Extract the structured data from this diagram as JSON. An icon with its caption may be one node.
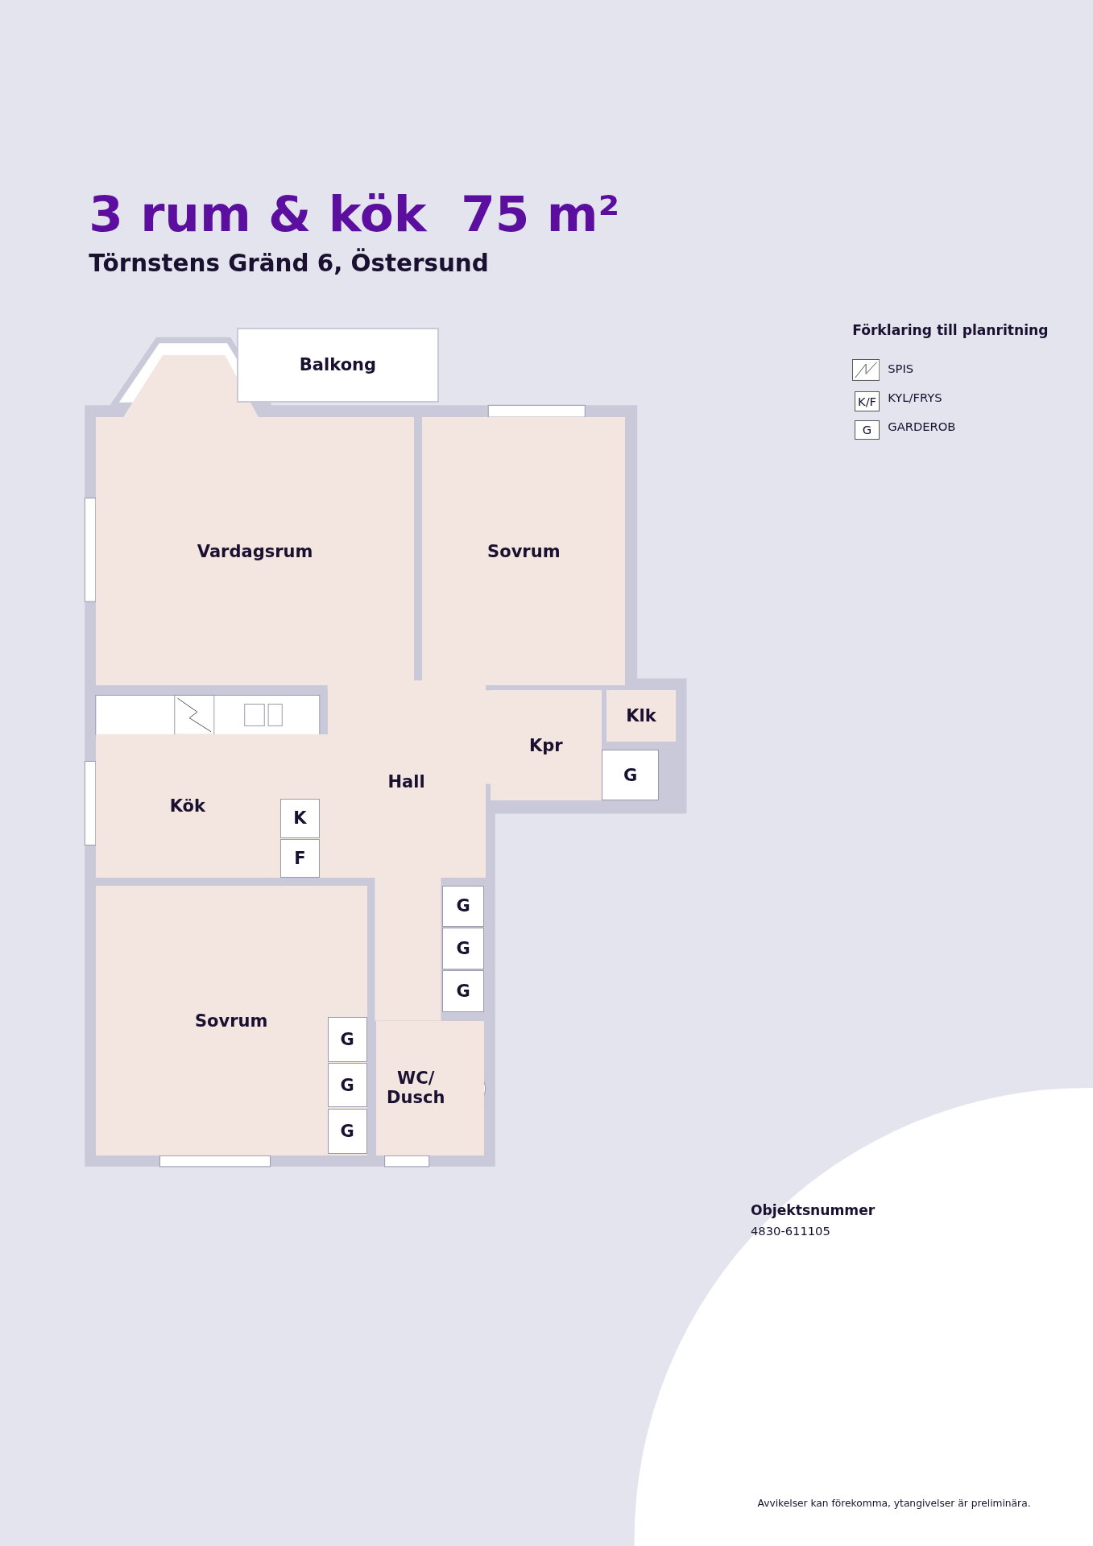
{
  "diagram": {
    "title": "3 rum & kök  75 m²",
    "nodes": [
      {
        "text": [
          "Balkong"
        ]
      },
      {
        "text": [
          "Vardagsrum"
        ]
      },
      {
        "text": [
          "Sovrum"
        ]
      },
      {
        "text": [
          "Klk"
        ]
      },
      {
        "text": [
          "Kpr"
        ]
      },
      {
        "text": [
          "G"
        ]
      },
      {
        "text": [
          "Hall"
        ]
      },
      {
        "text": [
          "Kök"
        ]
      },
      {
        "text": [
          "K"
        ],
        "in": 7
      },
      {
        "text": [
          "F"
        ],
        "in": 7
      },
      {
        "text": [
          "G"
        ]
      },
      {
        "text": [
          "G"
        ]
      },
      {
        "text": [
          "G"
        ]
      },
      {
        "text": [
          "Sovrum"
        ]
      },
      {
        "text": [
          "G"
        ],
        "in": 13
      },
      {
        "text": [
          "G"
        ],
        "in": 13
      },
      {
        "text": [
          "G"
        ],
        "in": 13
      },
      {
        "text": [
          "WC/ Dusch"
        ]
      }
    ],
    "edges": [],
    "labels": [
      "Törnstens Gränd 6, Östersund",
      "Förklaring till planritning",
      "K/F",
      "G",
      "Objektsnummer",
      "4830-611105",
      "Avvikelser kan förekomma, ytangivelser är preliminära."
    ],
    "legend": [
      {
        "text": "SPIS"
      },
      {
        "text": "KYL/FRYS"
      },
      {
        "text": "GARDEROB"
      }
    ]
  }
}
